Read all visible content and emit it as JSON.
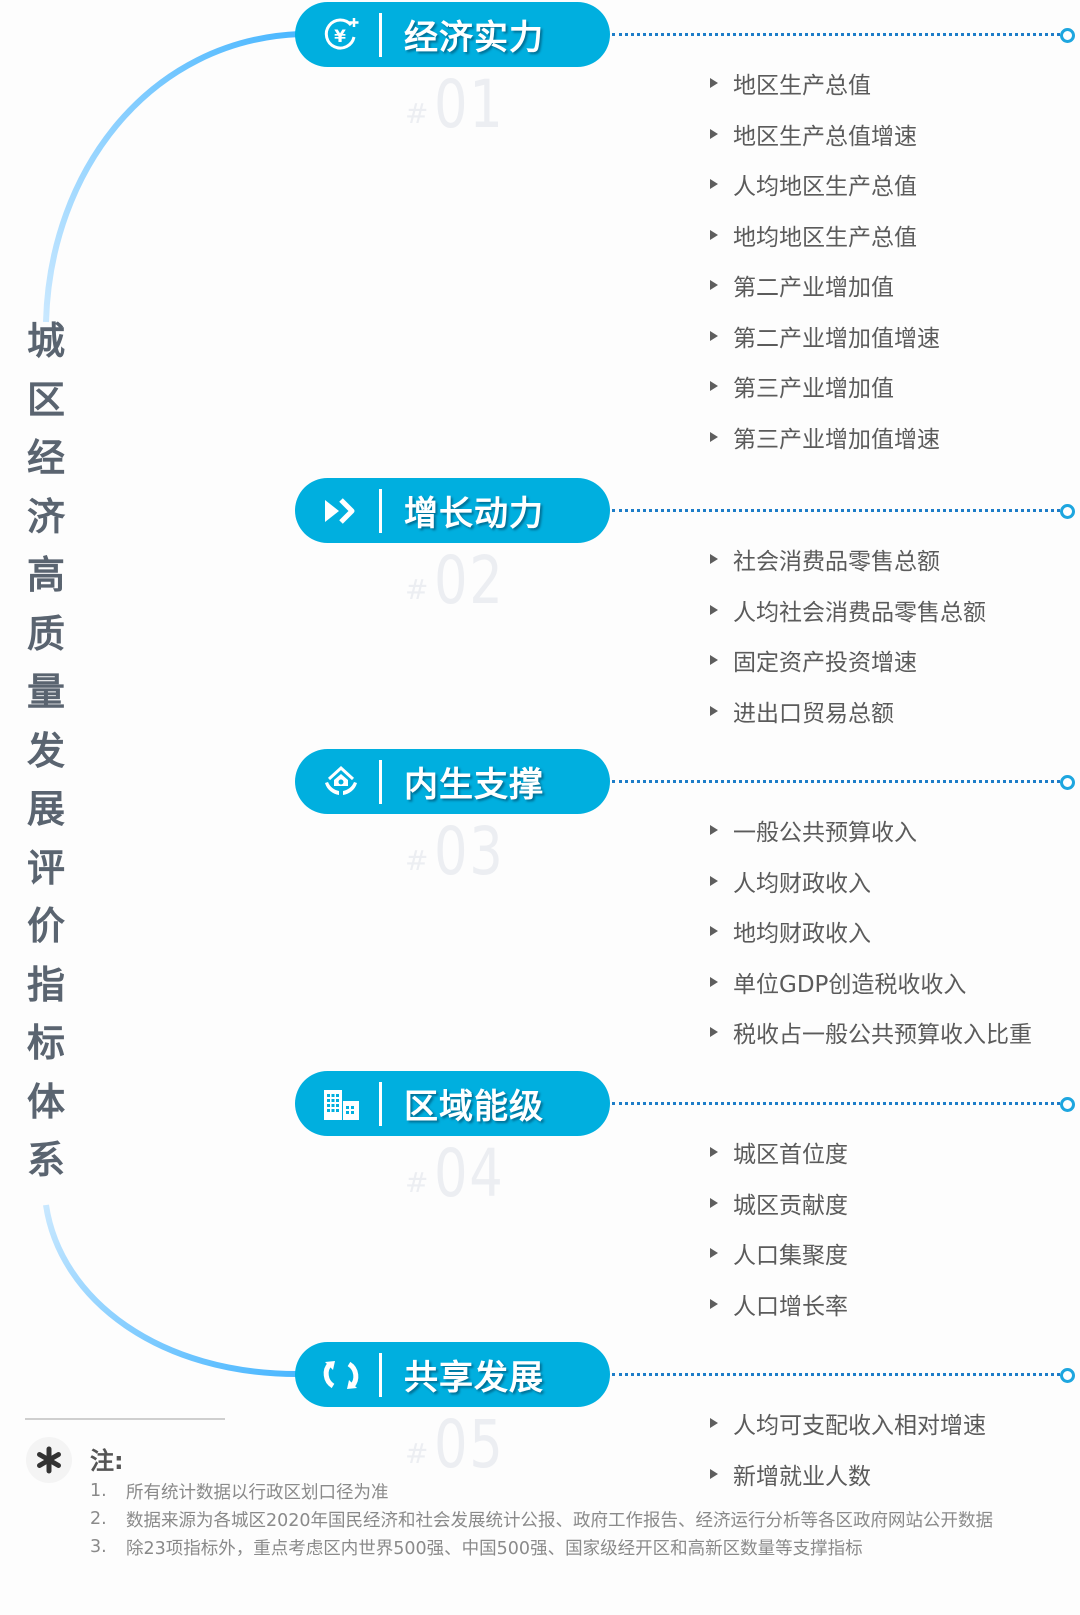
{
  "title": "城区经济高质量发展评价指标体系",
  "title_chars": [
    "城",
    "区",
    "经",
    "济",
    "高",
    "质",
    "量",
    "发",
    "展",
    "评",
    "价",
    "指",
    "标",
    "体",
    "系"
  ],
  "colors": {
    "pill": "#00afdf",
    "arc_start": "#c9e8ff",
    "arc_end": "#4ab7ff",
    "dotted_line": "#1d7dc8",
    "title_text": "#5a6470",
    "item_text": "#5b5b5b",
    "number_text": "#eceef2"
  },
  "sections": [
    {
      "title": "经济实力",
      "icon": "yuan-plus-icon",
      "number_hash": "#",
      "number": "01",
      "items": [
        "地区生产总值",
        "地区生产总值增速",
        "人均地区生产总值",
        "地均地区生产总值",
        "第二产业增加值",
        "第二产业增加值增速",
        "第三产业增加值",
        "第三产业增加值增速"
      ]
    },
    {
      "title": "增长动力",
      "icon": "fast-forward-icon",
      "number_hash": "#",
      "number": "02",
      "items": [
        "社会消费品零售总额",
        "人均社会消费品零售总额",
        "固定资产投资增速",
        "进出口贸易总额"
      ]
    },
    {
      "title": "内生支撑",
      "icon": "house-in-hands-icon",
      "number_hash": "#",
      "number": "03",
      "items": [
        "一般公共预算收入",
        "人均财政收入",
        "地均财政收入",
        "单位GDP创造税收收入",
        "税收占一般公共预算收入比重"
      ]
    },
    {
      "title": "区域能级",
      "icon": "buildings-icon",
      "number_hash": "#",
      "number": "04",
      "items": [
        "城区首位度",
        "城区贡献度",
        "人口集聚度",
        "人口增长率"
      ]
    },
    {
      "title": "共享发展",
      "icon": "refresh-icon",
      "number_hash": "#",
      "number": "05",
      "items": [
        "人均可支配收入相对增速",
        "新增就业人数"
      ]
    }
  ],
  "notes": {
    "heading": "注:",
    "icon": "asterisk-icon",
    "items": [
      {
        "n": "1.",
        "text": "所有统计数据以行政区划口径为准"
      },
      {
        "n": "2.",
        "text": "数据来源为各城区2020年国民经济和社会发展统计公报、政府工作报告、经济运行分析等各区政府网站公开数据"
      },
      {
        "n": "3.",
        "text": "除23项指标外，重点考虑区内世界500强、中国500强、国家级经开区和高新区数量等支撑指标"
      }
    ]
  }
}
